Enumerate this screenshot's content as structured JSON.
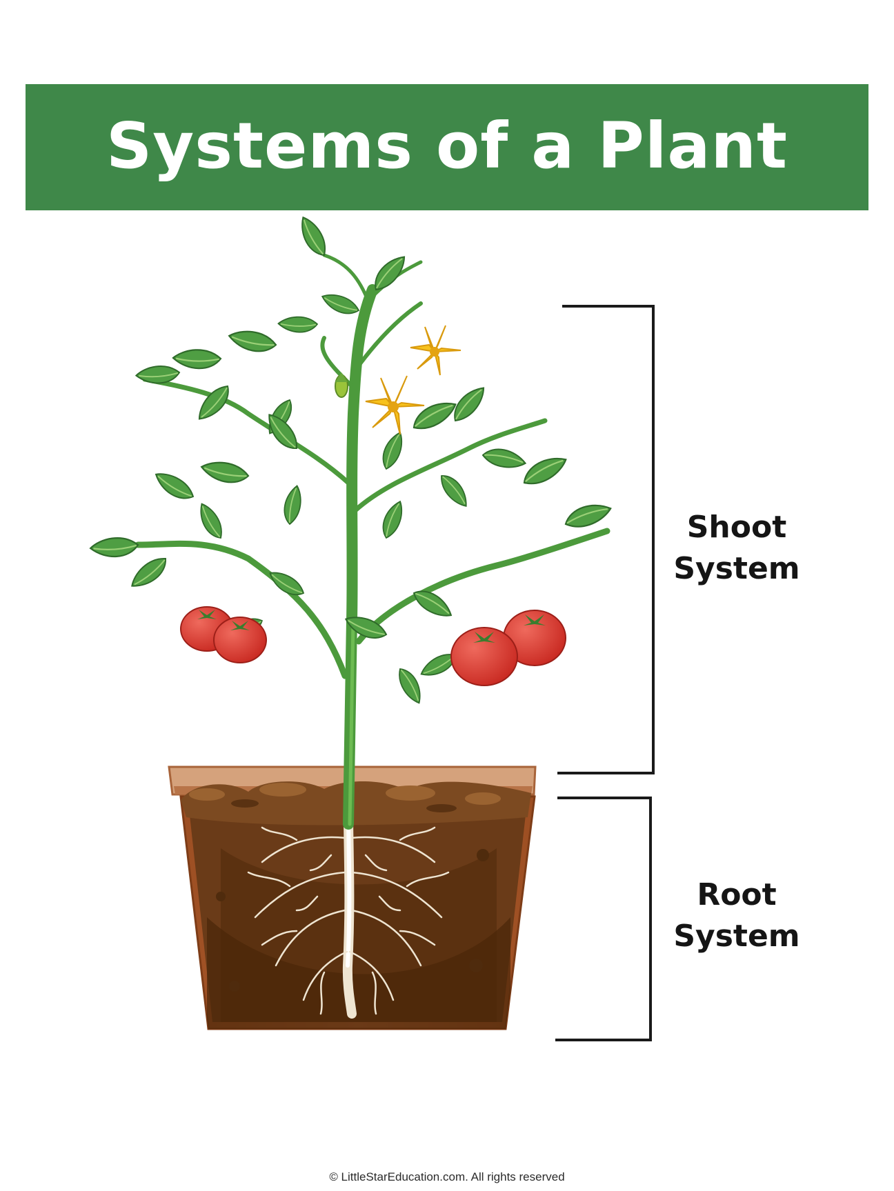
{
  "header": {
    "title": "Systems of a Plant"
  },
  "labels": {
    "shoot": {
      "line1": "Shoot",
      "line2": "System"
    },
    "root": {
      "line1": "Root",
      "line2": "System"
    }
  },
  "footer": {
    "copyright": "© LittleStarEducation.com. All rights reserved"
  },
  "colors": {
    "banner": "#3f8849",
    "leaf": "#4f9e43",
    "stem": "#4c9a3c",
    "tomato": "#d93a2f",
    "flower": "#f7c21d",
    "pot": "#b4622f",
    "soil": "#6a3b18",
    "root": "#f3ecdc"
  },
  "icons": {
    "plant": "tomato-plant-illustration",
    "pot": "flower-pot-illustration"
  }
}
